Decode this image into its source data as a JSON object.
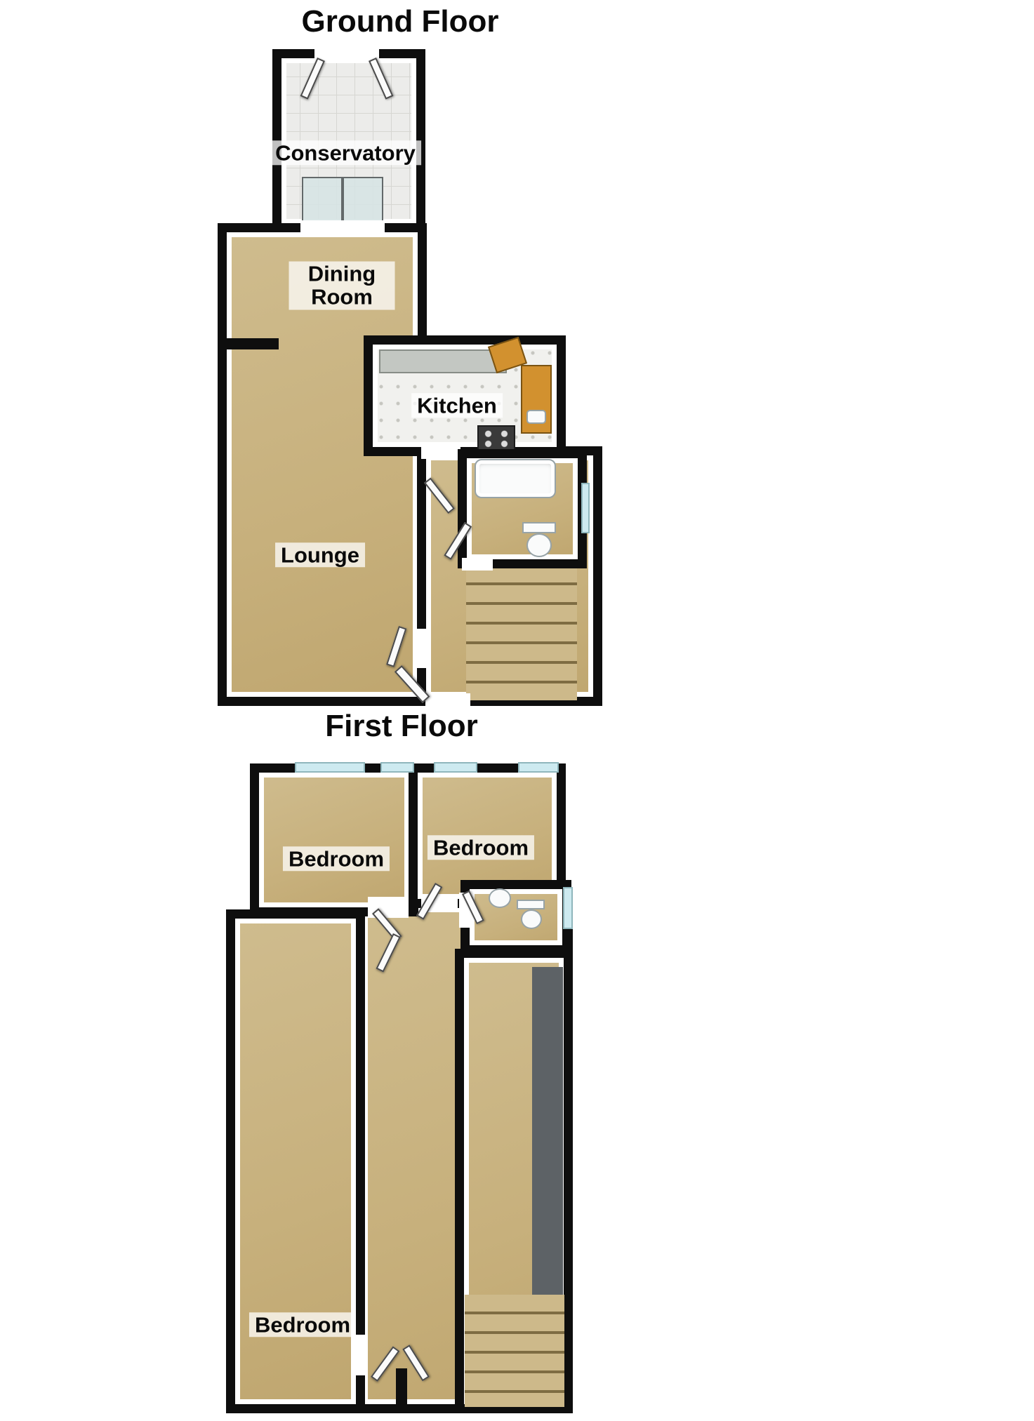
{
  "titles": {
    "ground": "Ground Floor",
    "first": "First Floor"
  },
  "ground_floor": {
    "rooms": {
      "conservatory": {
        "label": "Conservatory"
      },
      "dining": {
        "label": "Dining Room"
      },
      "kitchen": {
        "label": "Kitchen"
      },
      "lounge": {
        "label": "Lounge"
      }
    }
  },
  "first_floor": {
    "rooms": {
      "bedroom1": {
        "label": "Bedroom"
      },
      "bedroom2": {
        "label": "Bedroom"
      },
      "bedroom3": {
        "label": "Bedroom"
      }
    }
  },
  "colors": {
    "wall": "#0e0e0e",
    "floor_tan": "#c7b07c",
    "tile_floor": "#ececea",
    "kitchen_counter_wood": "#d2912f",
    "kitchen_counter_gray": "#c3c7c2",
    "window_glass": "#cdeaf0",
    "stair_tread": "#cdb98a",
    "stair_shadow": "#7e6c42",
    "background": "#ffffff",
    "text": "#0a0a0a"
  }
}
